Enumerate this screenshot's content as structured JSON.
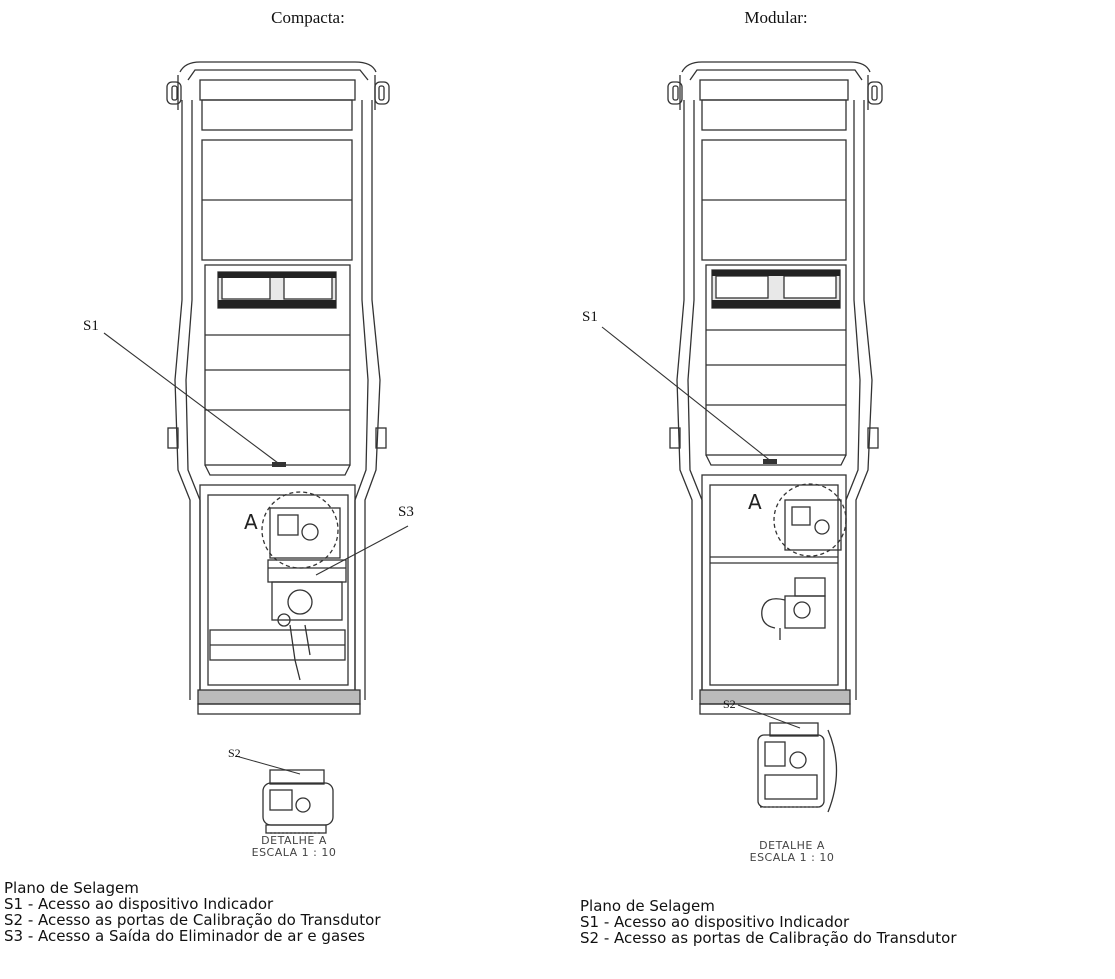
{
  "left": {
    "title": "Compacta:",
    "callouts": {
      "s1": "S1",
      "s2": "S2",
      "s3": "S3"
    },
    "detail_letter": "A",
    "detail_caption": [
      "DETALHE A",
      "ESCALA 1 : 10"
    ],
    "legend": {
      "heading": "Plano de Selagem",
      "items": [
        "S1 - Acesso ao dispositivo Indicador",
        "S2 - Acesso as portas de Calibração do Transdutor",
        "S3 - Acesso a Saída do Eliminador de ar e gases"
      ]
    }
  },
  "right": {
    "title": "Modular:",
    "callouts": {
      "s1": "S1",
      "s2": "S2"
    },
    "detail_letter": "A",
    "detail_caption": [
      "DETALHE A",
      "ESCALA 1 : 10"
    ],
    "legend": {
      "heading": "Plano de Selagem",
      "items": [
        "S1 - Acesso ao dispositivo Indicador",
        "S2 - Acesso as portas de Calibração do Transdutor"
      ]
    }
  }
}
